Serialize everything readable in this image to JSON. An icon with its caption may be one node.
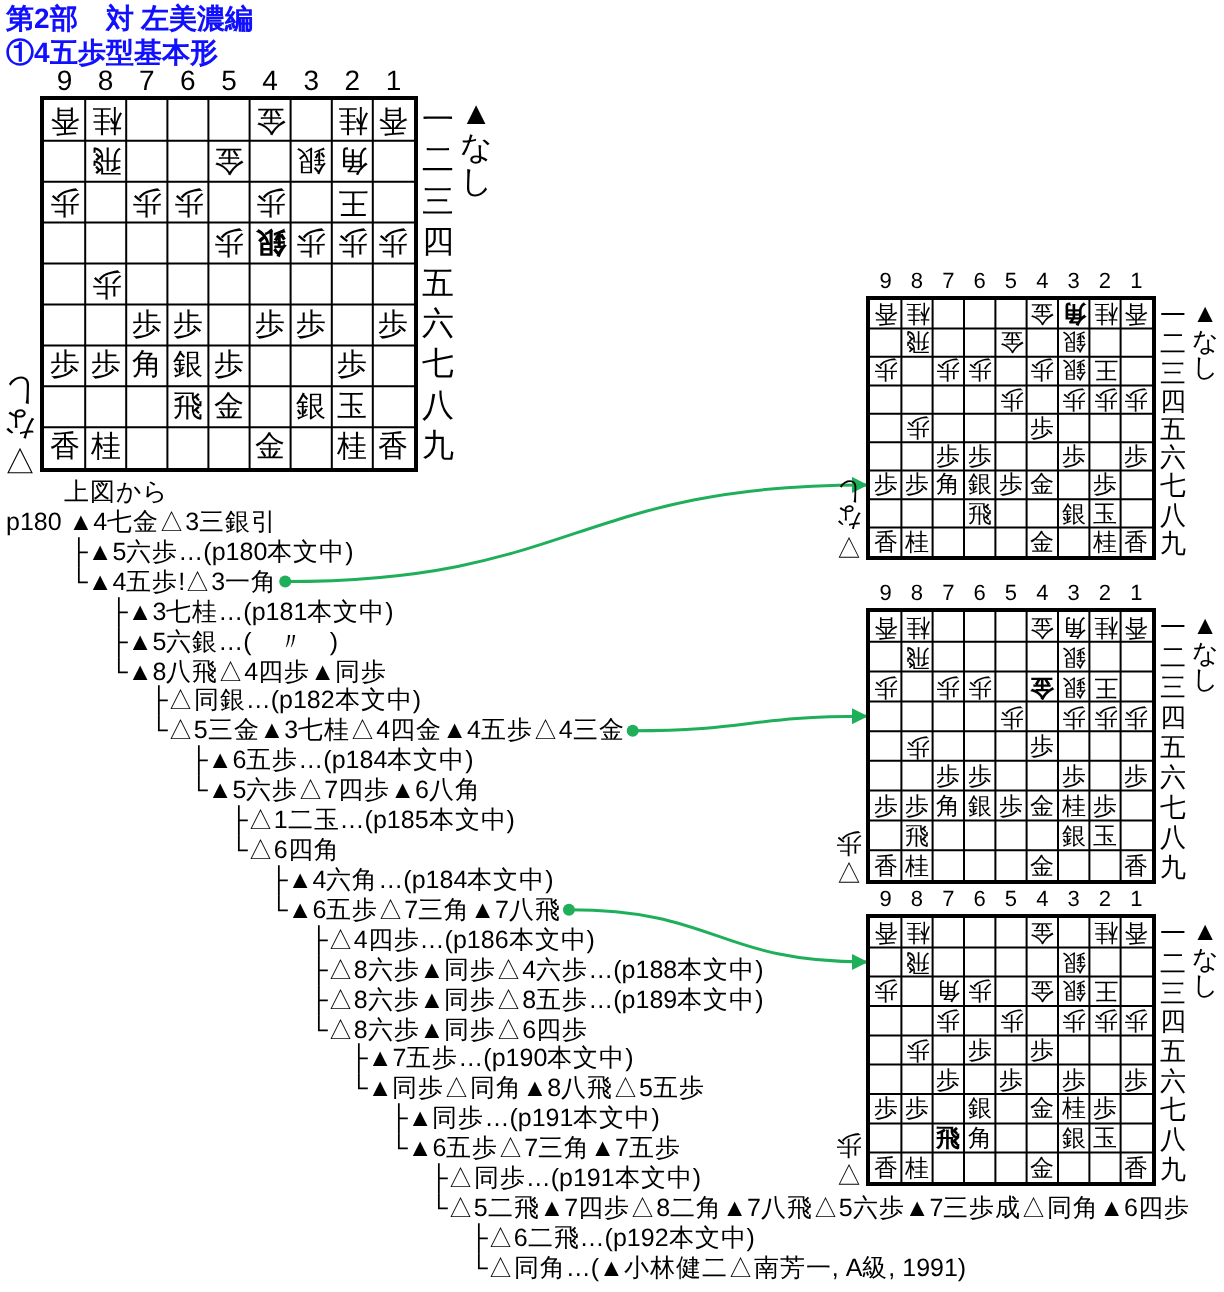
{
  "diagram": {
    "title": "第2部　対 左美濃編",
    "nodes": [
      {
        "text": [
          "香",
          "桂",
          "金",
          "桂",
          "香",
          "飛",
          "金",
          "銀",
          "角",
          "歩",
          "歩",
          "歩",
          "歩",
          "王",
          "歩",
          "銀",
          "歩",
          "歩",
          "歩",
          "歩",
          "歩",
          "歩",
          "歩",
          "歩",
          "歩",
          "歩",
          "歩",
          "角",
          "銀",
          "歩",
          "歩",
          "飛",
          "金",
          "銀",
          "玉",
          "香",
          "桂",
          "金",
          "桂",
          "香"
        ],
        "beside": [
          "9",
          "8",
          "7",
          "6",
          "5",
          "4",
          "3",
          "2",
          "1",
          "一",
          "二",
          "三",
          "四",
          "五",
          "六",
          "七",
          "八",
          "九",
          "▲なし",
          "▽なし"
        ]
      },
      {
        "text": [
          "└▲4五歩!△3一角"
        ]
      },
      {
        "text": [
          "香",
          "桂",
          "金",
          "角",
          "桂",
          "香",
          "飛",
          "金",
          "銀",
          "歩",
          "歩",
          "歩",
          "歩",
          "銀",
          "王",
          "歩",
          "歩",
          "歩",
          "歩",
          "歩",
          "歩",
          "歩",
          "歩",
          "歩",
          "歩",
          "歩",
          "歩",
          "角",
          "銀",
          "歩",
          "金",
          "歩",
          "飛",
          "銀",
          "玉",
          "香",
          "桂",
          "金",
          "桂",
          "香"
        ],
        "beside": [
          "9",
          "8",
          "7",
          "6",
          "5",
          "4",
          "3",
          "2",
          "1",
          "一",
          "二",
          "三",
          "四",
          "五",
          "六",
          "七",
          "八",
          "九",
          "▲なし",
          "▽なし"
        ]
      },
      {
        "text": [
          "└△5三金▲3七桂△4四金▲4五歩△4三金"
        ]
      },
      {
        "text": [
          "香",
          "桂",
          "金",
          "角",
          "桂",
          "香",
          "飛",
          "銀",
          "歩",
          "歩",
          "歩",
          "金",
          "銀",
          "王",
          "歩",
          "歩",
          "歩",
          "歩",
          "歩",
          "歩",
          "歩",
          "歩",
          "歩",
          "歩",
          "歩",
          "歩",
          "角",
          "銀",
          "歩",
          "金",
          "桂",
          "歩",
          "飛",
          "銀",
          "玉",
          "香",
          "桂",
          "金",
          "香"
        ],
        "beside": [
          "9",
          "8",
          "7",
          "6",
          "5",
          "4",
          "3",
          "2",
          "1",
          "一",
          "二",
          "三",
          "四",
          "五",
          "六",
          "七",
          "八",
          "九",
          "▲なし",
          "▽歩"
        ]
      },
      {
        "text": [
          "└▲6五歩△7三角▲7八飛"
        ]
      },
      {
        "text": [
          "香",
          "桂",
          "金",
          "桂",
          "香",
          "飛",
          "銀",
          "歩",
          "角",
          "歩",
          "金",
          "銀",
          "王",
          "歩",
          "歩",
          "歩",
          "歩",
          "歩",
          "歩",
          "歩",
          "歩",
          "歩",
          "歩",
          "歩",
          "歩",
          "歩",
          "歩",
          "銀",
          "金",
          "桂",
          "歩",
          "飛",
          "角",
          "銀",
          "玉",
          "香",
          "桂",
          "金",
          "香"
        ],
        "beside": [
          "9",
          "8",
          "7",
          "6",
          "5",
          "4",
          "3",
          "2",
          "1",
          "一",
          "二",
          "三",
          "四",
          "五",
          "六",
          "七",
          "八",
          "九",
          "▲なし",
          "▽歩"
        ]
      }
    ],
    "edges": [
      {
        "from": 1,
        "to": 2,
        "arrow": "to"
      },
      {
        "from": 3,
        "to": 4,
        "arrow": "to"
      },
      {
        "from": 5,
        "to": 6,
        "arrow": "to"
      }
    ],
    "labels": [
      "①4五歩型基本形",
      "上図から",
      "p180 ▲4七金△3三銀引",
      "├▲5六歩…(p180本文中)",
      "├▲3七桂…(p181本文中)",
      "├▲5六銀…(　〃　)",
      "└▲8八飛△4四歩▲同歩",
      "├△同銀…(p182本文中)",
      "├▲6五歩…(p184本文中)",
      "└▲5六歩△7四歩▲6八角",
      "├△1二玉…(p185本文中)",
      "└△6四角",
      "├▲4六角…(p184本文中)",
      "├△4四歩…(p186本文中)",
      "├△8六歩▲同歩△4六歩…(p188本文中)",
      "├△8六歩▲同歩△8五歩…(p189本文中)",
      "└△8六歩▲同歩△6四歩",
      "├▲7五歩…(p190本文中)",
      "└▲同歩△同角▲8八飛△5五歩",
      "├▲同歩…(p191本文中)",
      "└▲6五歩△7三角▲7五歩",
      "├△同歩…(p191本文中)",
      "└△5二飛▲7四歩△8二角▲7八飛△5六歩▲7三歩成△同角▲6四歩",
      "├△6二飛…(p192本文中)",
      "└△同角…(▲小林健二△南芳一, A級, 1991)"
    ]
  }
}
